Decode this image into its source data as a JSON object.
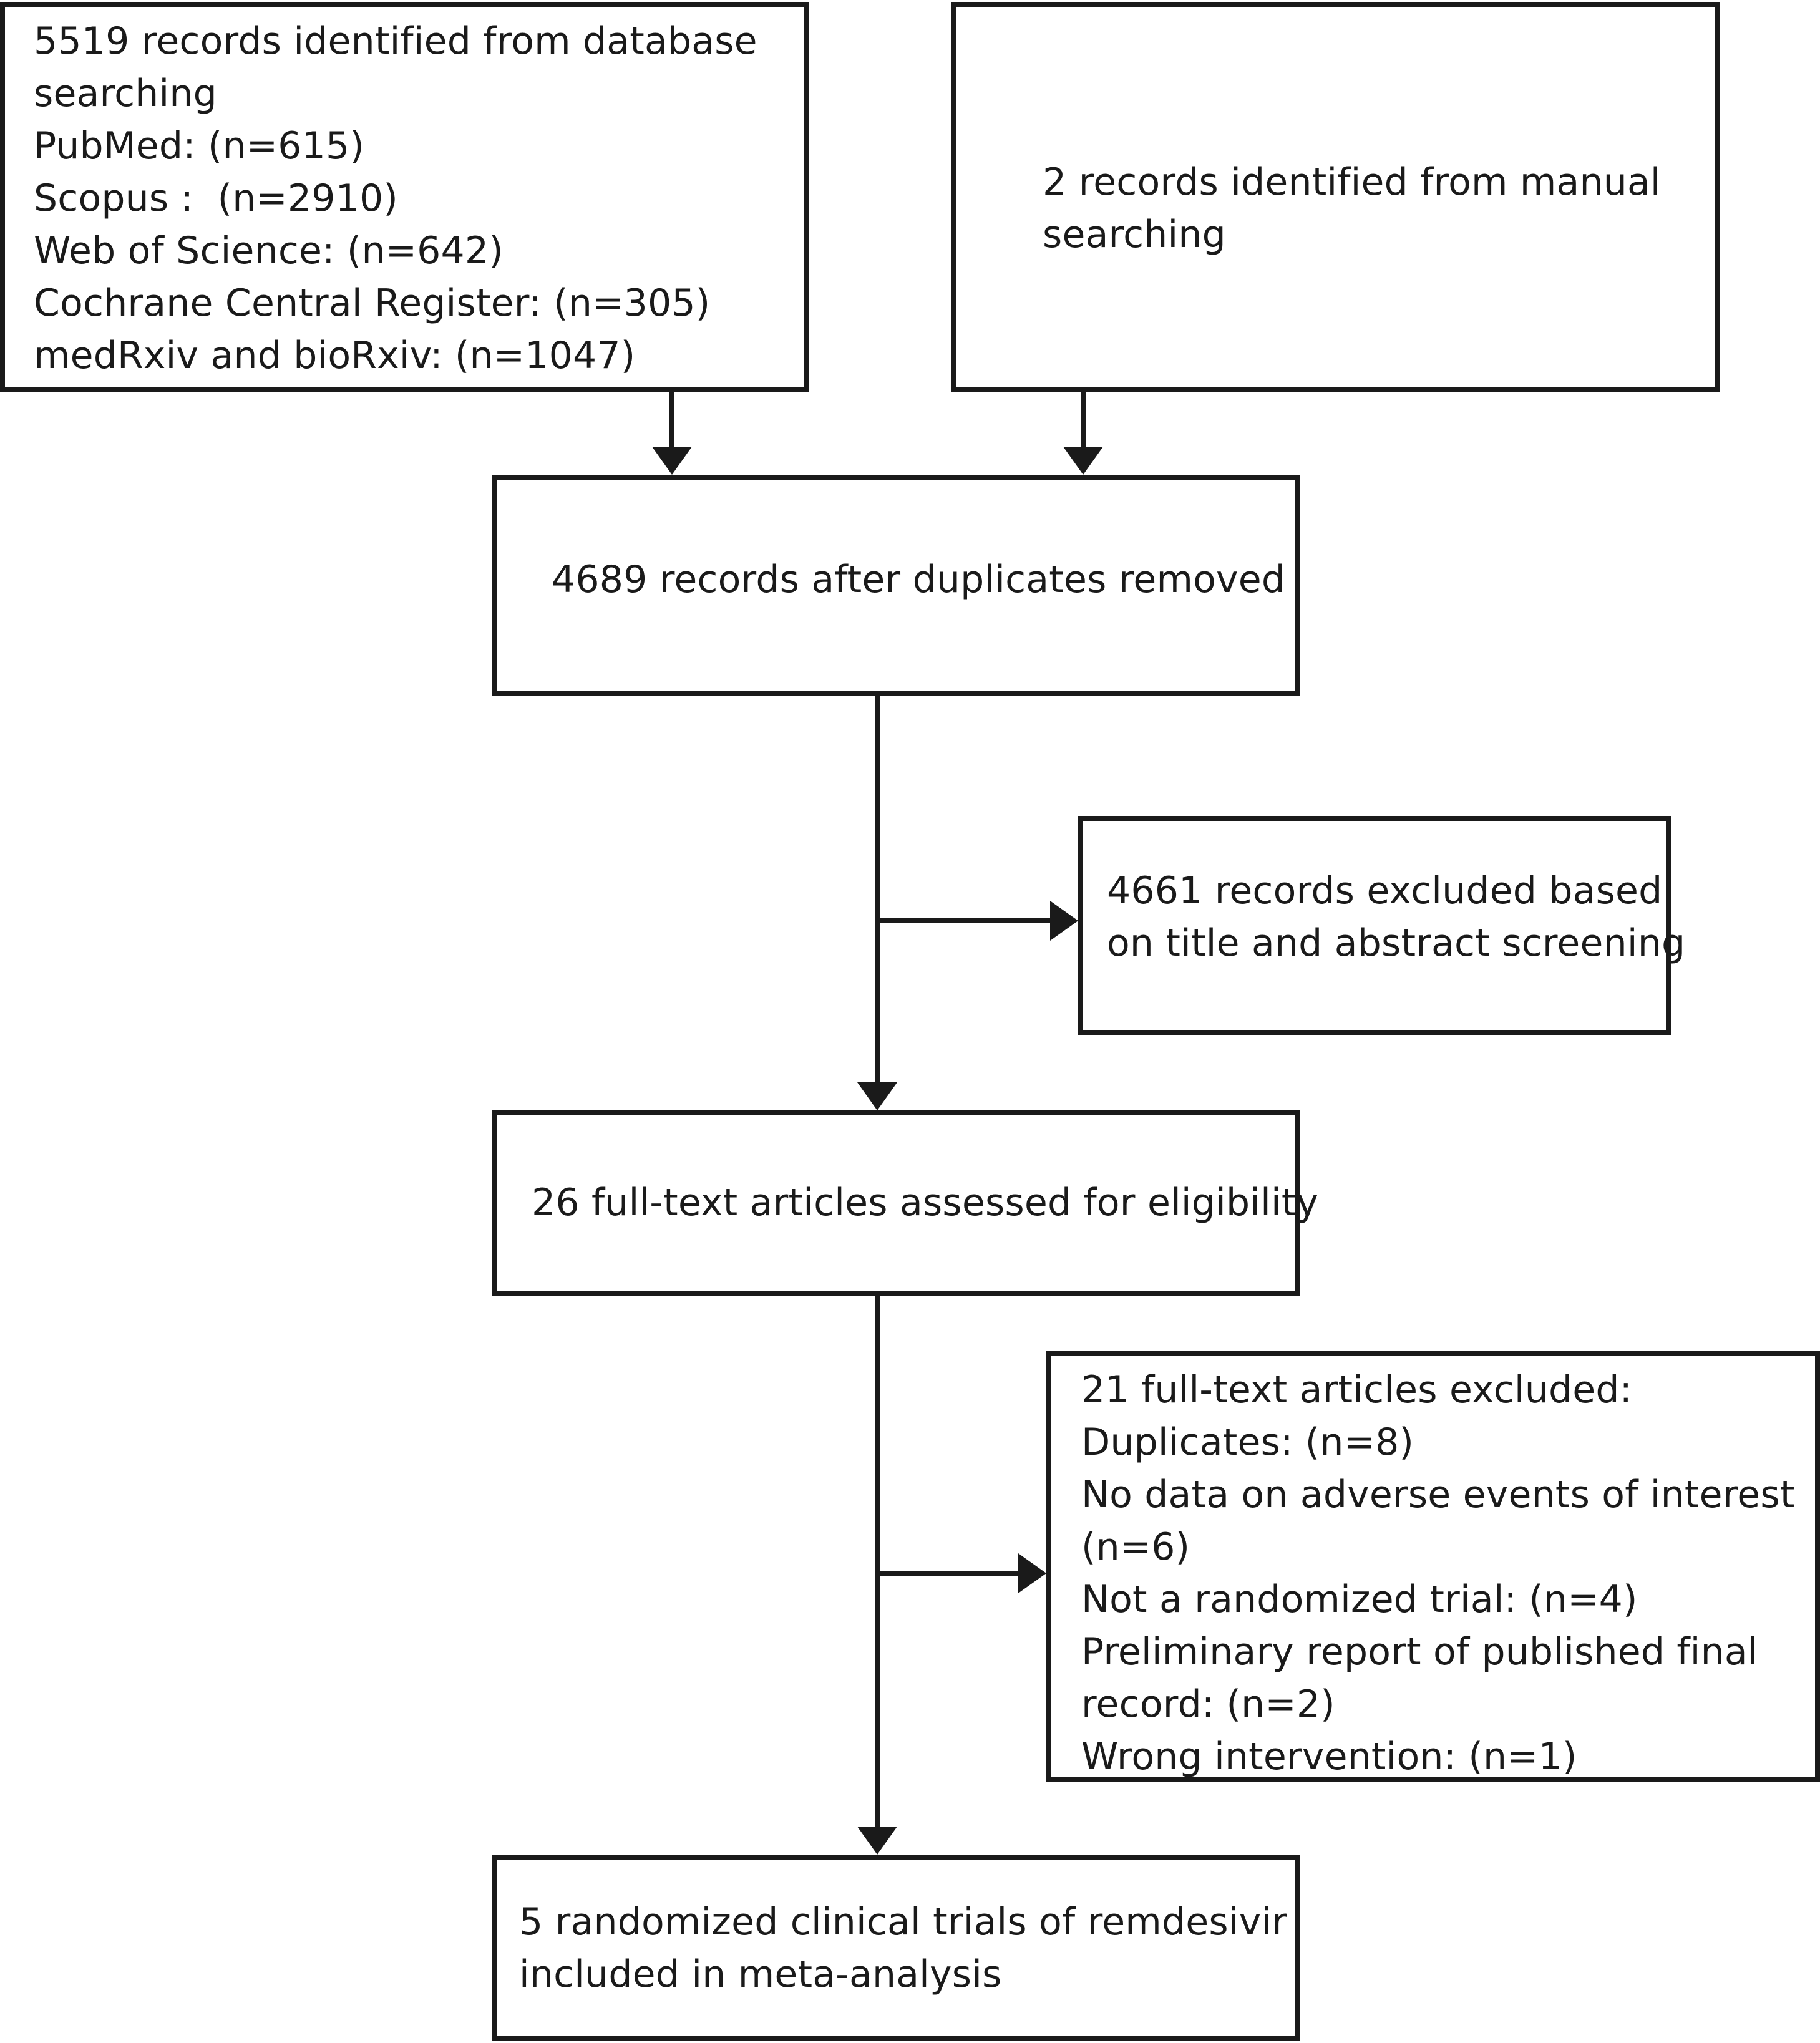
{
  "boxes": {
    "database_search": {
      "lines": [
        "5519 records identified from database",
        "searching",
        "PubMed: (n=615)",
        "Scopus :  (n=2910)",
        "Web of Science: (n=642)",
        "Cochrane Central Register: (n=305)",
        "medRxiv and bioRxiv: (n=1047)"
      ]
    },
    "manual_search": {
      "lines": [
        "2 records identified from manual",
        "searching"
      ]
    },
    "after_duplicates": {
      "lines": [
        "4689 records after duplicates removed"
      ]
    },
    "title_abstract_excluded": {
      "lines": [
        "4661 records excluded based",
        "on title and abstract screening"
      ]
    },
    "full_text_assessed": {
      "lines": [
        "26 full-text articles assessed for eligibility"
      ]
    },
    "full_text_excluded": {
      "lines": [
        "21 full-text articles excluded:",
        "Duplicates: (n=8)",
        "No data on adverse events of interest",
        "(n=6)",
        "Not a randomized trial: (n=4)",
        "Preliminary report of published final",
        "record: (n=2)",
        "Wrong intervention: (n=1)"
      ]
    },
    "included": {
      "lines": [
        "5 randomized clinical trials of remdesivir",
        "included in meta-analysis"
      ]
    }
  },
  "colors": {
    "stroke": "#1a1a1a",
    "background": "#ffffff"
  }
}
